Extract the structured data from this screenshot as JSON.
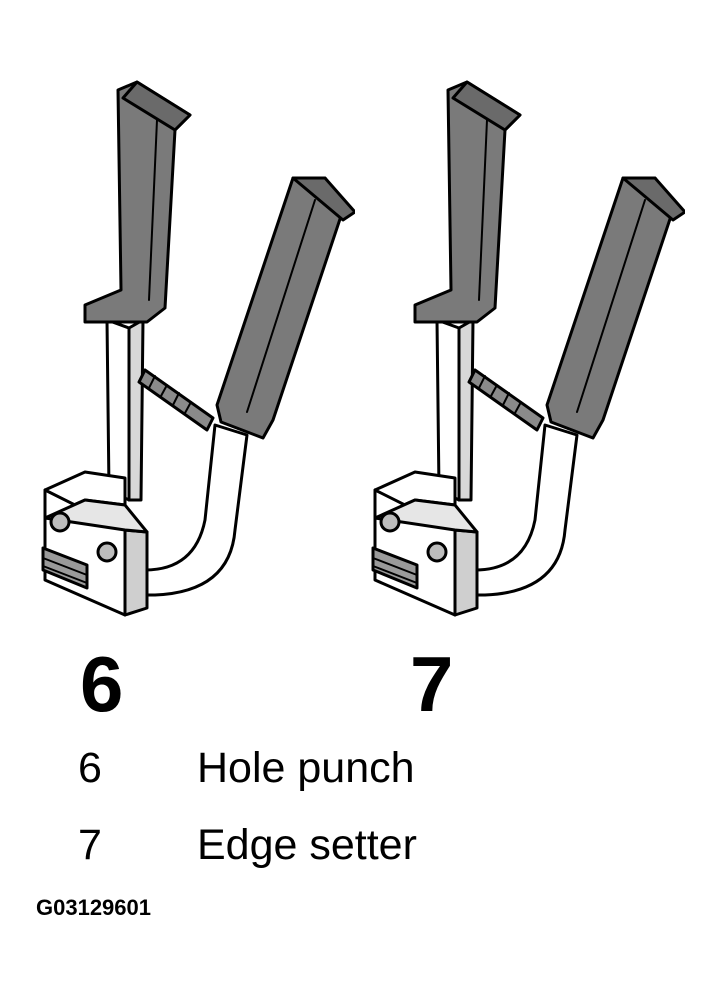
{
  "figure": {
    "callouts": [
      "6",
      "7"
    ],
    "legend": [
      {
        "key": "6",
        "text": "Hole punch"
      },
      {
        "key": "7",
        "text": "Edge setter"
      }
    ],
    "figure_id": "G03129601"
  },
  "colors": {
    "handle_grip": "#7a7a7a",
    "body": "#ffffff",
    "outline": "#000000",
    "shading": "#cfcfcf"
  }
}
